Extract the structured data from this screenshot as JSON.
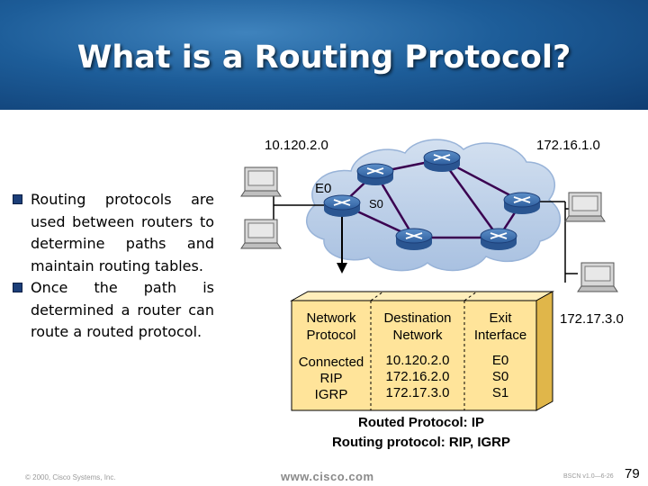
{
  "title": "What is a Routing Protocol?",
  "bullets": [
    {
      "text": "Routing protocols are used between routers to determine paths and maintain routing tables."
    },
    {
      "text": "Once the path is determined a router can route a routed protocol."
    }
  ],
  "diagram": {
    "network_labels": {
      "left": "10.120.2.0",
      "right": "172.16.1.0",
      "far_right": "172.17.3.0"
    },
    "interface_labels": {
      "e0": "E0",
      "s0": "S0"
    },
    "table": {
      "headers": [
        "Network Protocol",
        "Destination Network",
        "Exit Interface"
      ],
      "protocols": [
        "Connected",
        "RIP",
        "IGRP"
      ],
      "destinations": [
        "10.120.2.0",
        "172.16.2.0",
        "172.17.3.0"
      ],
      "interfaces": [
        "E0",
        "S0",
        "S1"
      ]
    },
    "routed_protocol": "Routed Protocol: IP",
    "routing_protocol": "Routing protocol: RIP, IGRP"
  },
  "footer": {
    "copyright": "© 2000, Cisco Systems, Inc.",
    "website": "www.cisco.com",
    "course_code": "BSCN v1.0—6-26",
    "page_number": "79"
  },
  "colors": {
    "header_blue": "#1d5d99",
    "cloud": "#b9cde6",
    "panel": "#ffe49a",
    "bullet_box": "#1c3e78"
  }
}
